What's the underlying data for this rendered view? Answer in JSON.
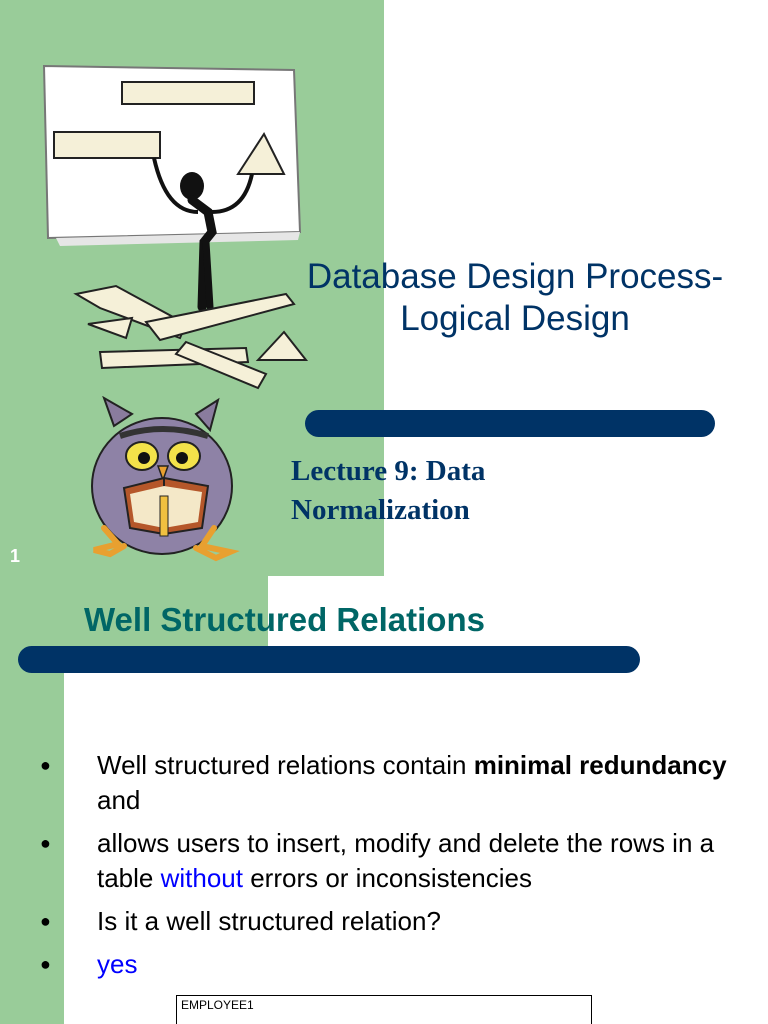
{
  "slide1": {
    "title_line1": "Database Design Process-",
    "title_line2": "Logical Design",
    "subtitle_line1": "Lecture 9: Data",
    "subtitle_line2": "Normalization",
    "slide_number": "1",
    "colors": {
      "panel": "#99cc99",
      "title": "#003366",
      "bar": "#003366"
    }
  },
  "slide2": {
    "title": "Well Structured Relations",
    "bullets": [
      {
        "text1": "Well structured relations contain ",
        "bold1": "minimal redundancy",
        "text2": " and"
      },
      {
        "text1": "allows users to insert, modify and delete the rows in a table ",
        "highlight": "without",
        "text2": " errors or inconsistencies"
      },
      {
        "text1": "Is it a well structured relation?"
      },
      {
        "text1": "yes"
      }
    ],
    "table_label": "EMPLOYEE1",
    "colors": {
      "title": "#006666",
      "highlight": "#0000ff"
    }
  }
}
